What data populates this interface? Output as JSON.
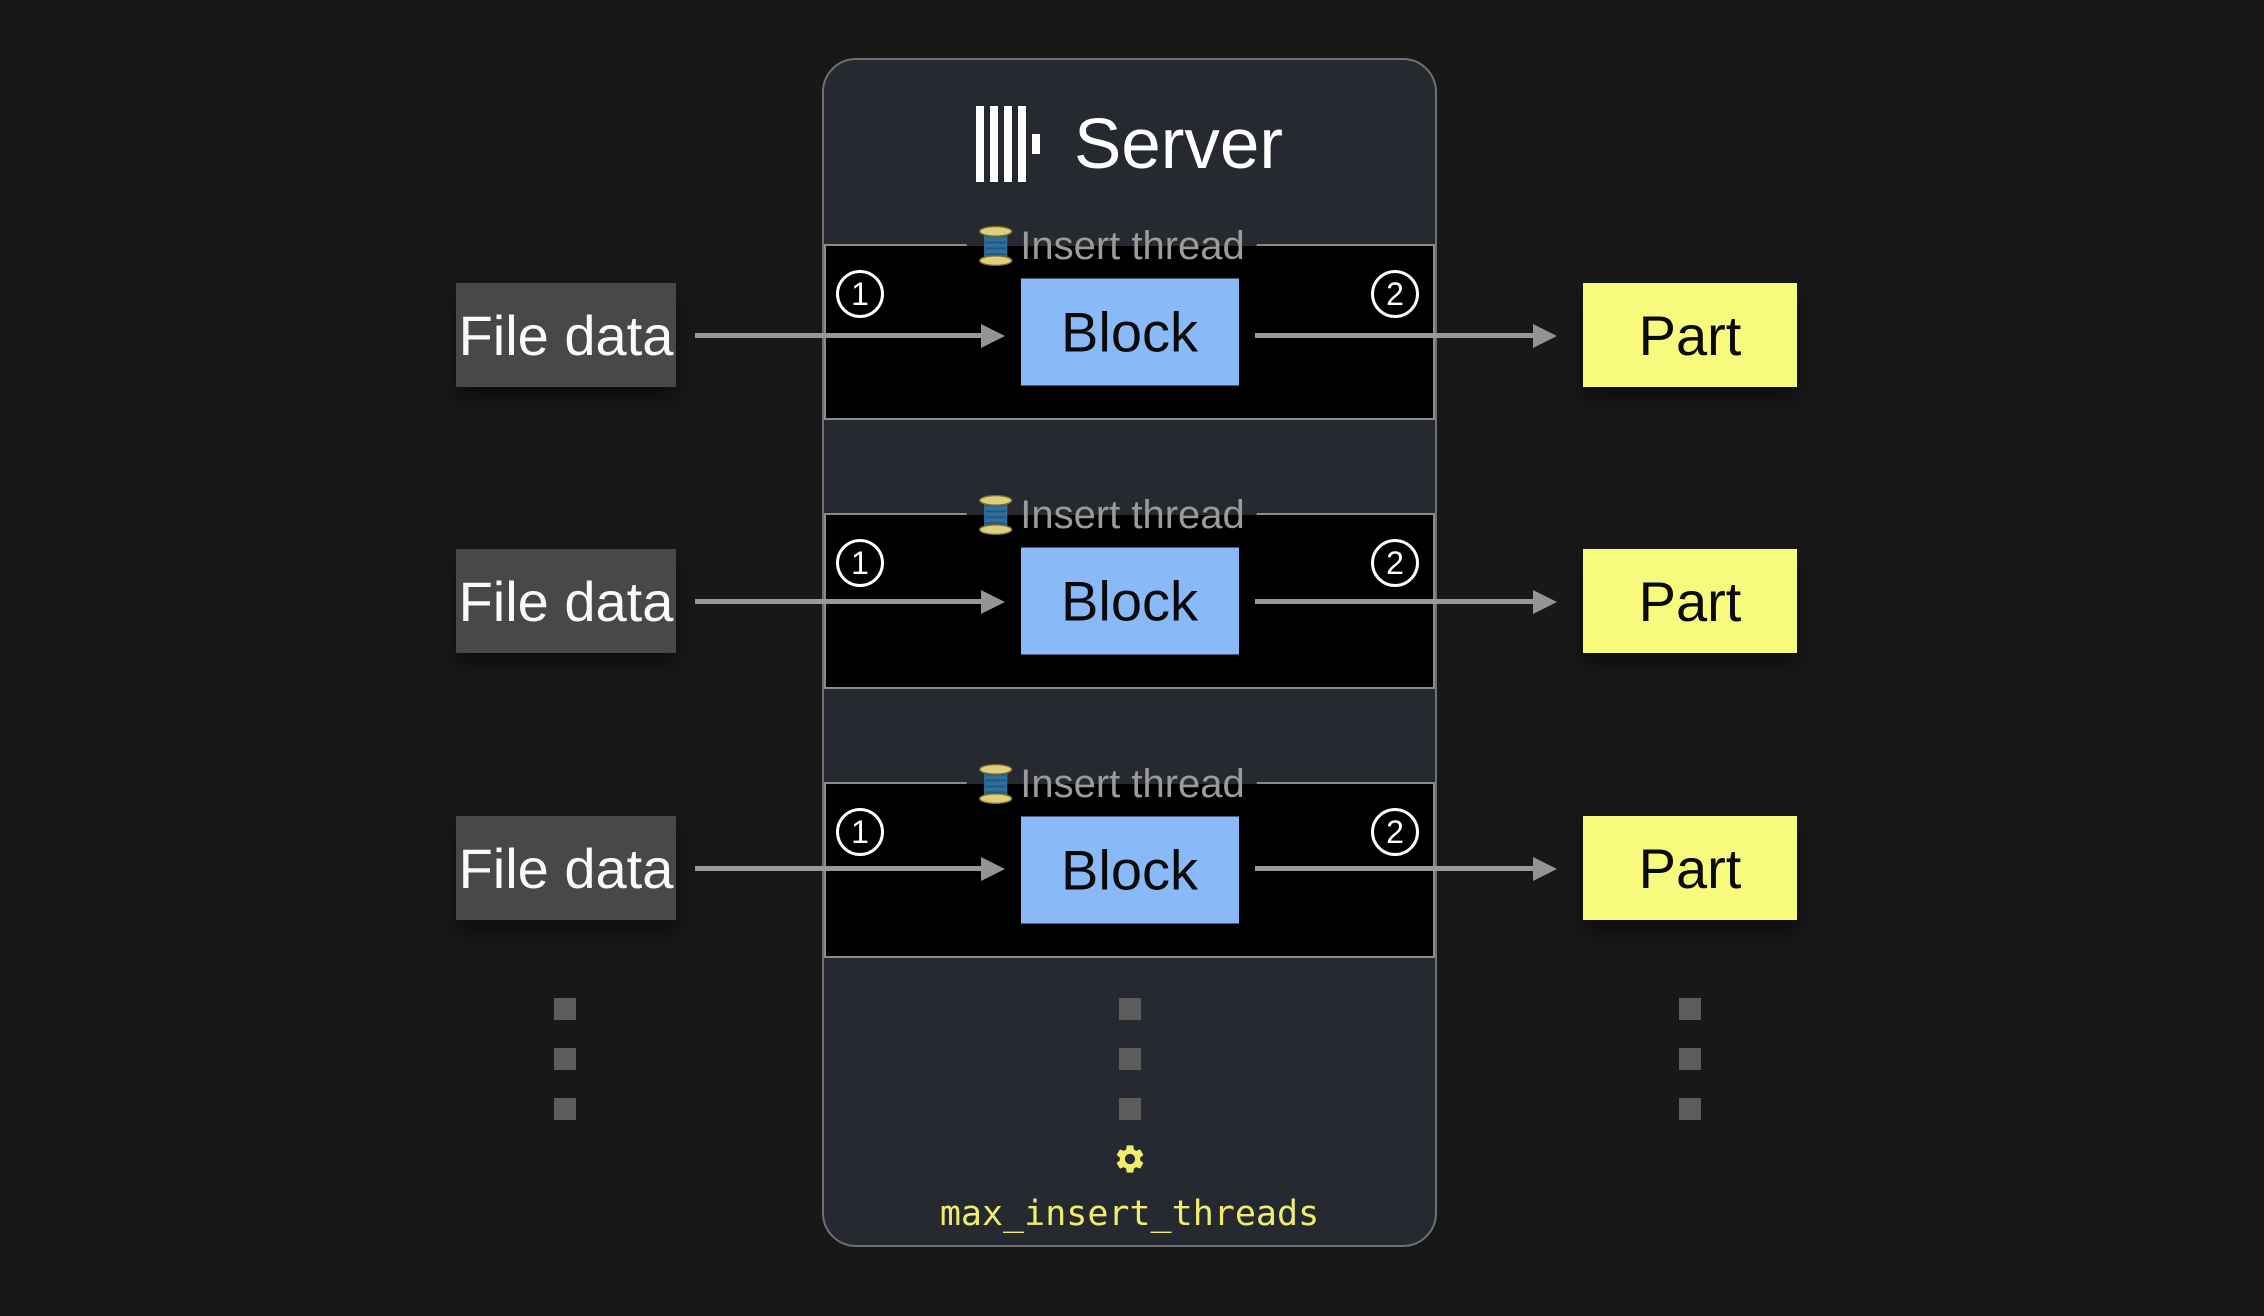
{
  "diagram": {
    "server_title": "Server",
    "title_icon": "clickhouse-logo",
    "thread_label": "Insert thread",
    "thread_icon": "thread-spool-icon",
    "setting_icon": "gear-icon",
    "setting_label": "max_insert_threads",
    "rows": [
      {
        "input": "File data",
        "step_in": "1",
        "block": "Block",
        "step_out": "2",
        "output": "Part"
      },
      {
        "input": "File data",
        "step_in": "1",
        "block": "Block",
        "step_out": "2",
        "output": "Part"
      },
      {
        "input": "File data",
        "step_in": "1",
        "block": "Block",
        "step_out": "2",
        "output": "Part"
      }
    ],
    "colors": {
      "page_background": "#181818",
      "server_panel": "#272930",
      "panel_border": "#6e7073",
      "thread_box": "#000000",
      "thread_box_border": "#8b8b8b",
      "block_fill": "#8ab9f8",
      "part_fill": "#f8fa7e",
      "file_data_fill": "#484848",
      "label_gray": "#9b9b9b",
      "arrow_gray": "#999999",
      "setting_yellow": "#f0ed6e",
      "dot_gray": "#5c5c5c",
      "title_white": "#ffffff"
    }
  }
}
